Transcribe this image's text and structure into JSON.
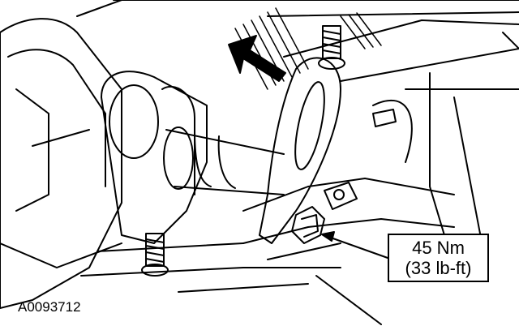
{
  "callout": {
    "torque_metric": "45 Nm",
    "torque_imperial": "(33 lb-ft)"
  },
  "figure": {
    "id": "A0093712"
  },
  "colors": {
    "line": "#000000",
    "background": "#ffffff"
  }
}
